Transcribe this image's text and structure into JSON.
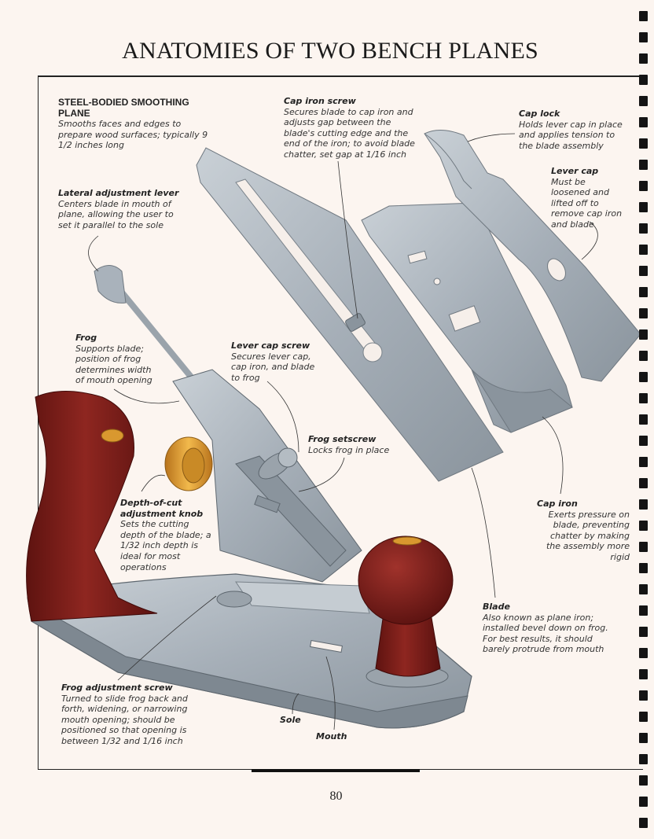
{
  "title": "ANATOMIES OF TWO BENCH PLANES",
  "page_number": "80",
  "intro": {
    "heading": "STEEL-BODIED SMOOTHING PLANE",
    "text": "Smooths faces and edges to prepare wood surfaces; typically 9 1/2 inches long"
  },
  "callouts": {
    "cap_iron_screw": {
      "title": "Cap iron screw",
      "text": "Secures blade to cap iron and adjusts gap between the blade's cutting edge and the end of the iron; to avoid blade chatter, set gap at 1/16 inch"
    },
    "cap_lock": {
      "title": "Cap lock",
      "text": "Holds lever cap in place and applies tension to the blade assembly"
    },
    "lever_cap": {
      "title": "Lever cap",
      "text": "Must be loosened and lifted off to remove cap iron and blade"
    },
    "lateral_lever": {
      "title": "Lateral adjustment lever",
      "text": "Centers blade in mouth of plane, allowing the user to set it parallel to the sole"
    },
    "frog": {
      "title": "Frog",
      "text": "Supports blade; position of frog determines width of mouth opening"
    },
    "lever_cap_screw": {
      "title": "Lever cap screw",
      "text": "Secures lever cap, cap iron, and blade to frog"
    },
    "frog_setscrew": {
      "title": "Frog setscrew",
      "text": "Locks frog in place"
    },
    "depth_knob": {
      "title": "Depth-of-cut adjustment knob",
      "text": "Sets the cutting depth of the blade; a 1/32 inch depth is ideal for most operations"
    },
    "cap_iron": {
      "title": "Cap iron",
      "text": "Exerts pressure on blade, preventing chatter by making the assembly more rigid"
    },
    "blade": {
      "title": "Blade",
      "text": "Also known as plane iron; installed bevel down on frog. For best results, it should barely protrude from mouth"
    },
    "frog_adjust_screw": {
      "title": "Frog adjustment screw",
      "text": "Turned to slide frog back and forth, widening, or narrowing mouth opening; should be positioned so that opening is between 1/32 and 1/16 inch"
    },
    "sole": {
      "title": "Sole"
    },
    "mouth": {
      "title": "Mouth"
    }
  },
  "colors": {
    "steel": "#a9b2bb",
    "steel_dark": "#7e8891",
    "wood": "#7c1d1a",
    "brass": "#d9982f",
    "page": "#fcf5f0"
  }
}
